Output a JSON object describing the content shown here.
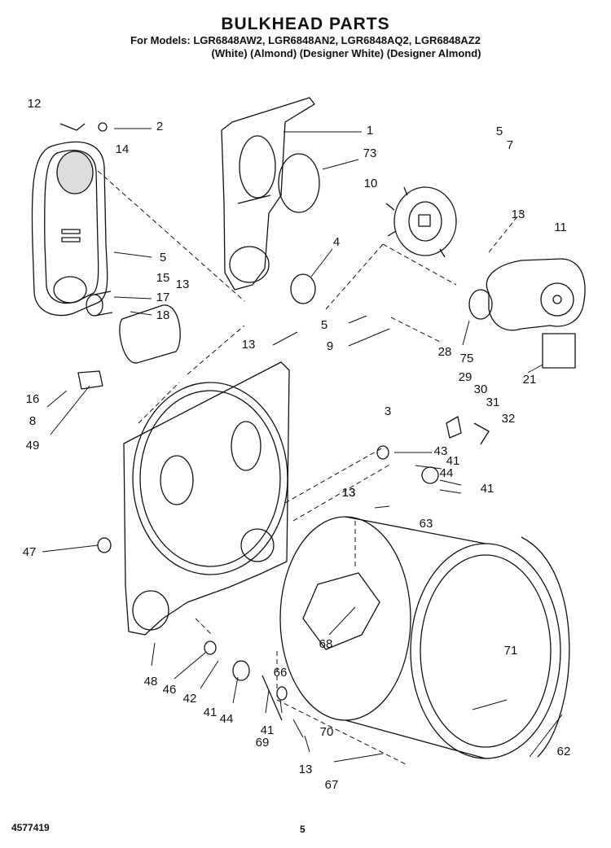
{
  "header": {
    "title": "BULKHEAD PARTS",
    "models": "For Models: LGR6848AW2, LGR6848AN2, LGR6848AQ2, LGR6848AZ2",
    "variants": "(White)    (Almond) (Designer White) (Designer Almond)"
  },
  "footer": {
    "doc_number": "4577419",
    "page": "5"
  },
  "callouts": [
    "12",
    "2",
    "1",
    "73",
    "5",
    "7",
    "14",
    "10",
    "13",
    "11",
    "4",
    "5",
    "15",
    "17",
    "13",
    "18",
    "13",
    "5",
    "9",
    "75",
    "28",
    "21",
    "13",
    "29",
    "30",
    "16",
    "31",
    "8",
    "32",
    "3",
    "49",
    "43",
    "41",
    "44",
    "41",
    "13",
    "63",
    "47",
    "68",
    "71",
    "48",
    "46",
    "42",
    "66",
    "41",
    "44",
    "70",
    "41",
    "69",
    "62",
    "13",
    "67"
  ]
}
